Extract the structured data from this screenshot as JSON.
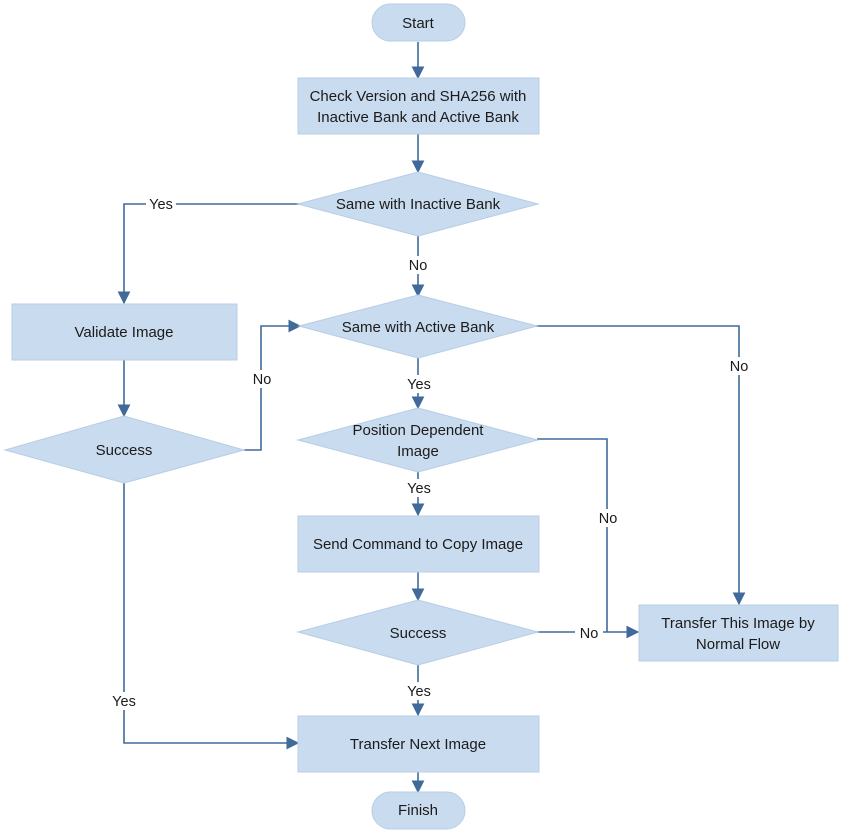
{
  "nodes": {
    "start": "Start",
    "check_version": [
      "Check Version and SHA256 with",
      "Inactive Bank  and Active Bank"
    ],
    "same_inactive": "Same with Inactive Bank",
    "same_active": "Same with Active Bank",
    "validate_image": "Validate Image",
    "success_left": "Success",
    "position_dependent": [
      "Position Dependent",
      "Image"
    ],
    "send_copy": "Send Command to Copy Image",
    "success_mid": "Success",
    "transfer_normal": [
      "Transfer This Image by",
      "Normal Flow"
    ],
    "transfer_next": "Transfer Next Image",
    "finish": "Finish"
  },
  "edge_labels": {
    "inactive_yes": "Yes",
    "inactive_no": "No",
    "active_yes": "Yes",
    "active_no": "No",
    "left_success_no": "No",
    "left_success_yes": "Yes",
    "position_yes": "Yes",
    "position_no": "No",
    "mid_success_yes": "Yes",
    "mid_success_no": "No"
  },
  "colors": {
    "shape_fill": "#c9dbee",
    "connector": "#3f6a9a"
  }
}
